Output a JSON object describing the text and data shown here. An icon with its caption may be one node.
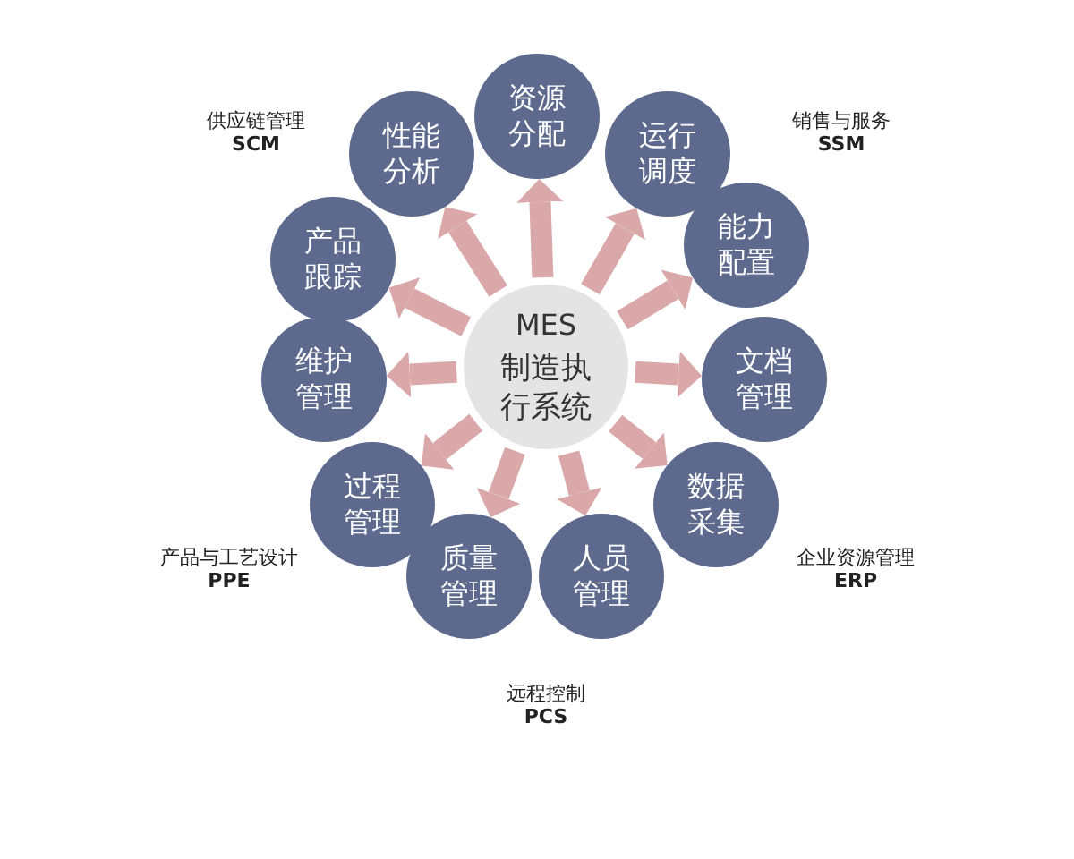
{
  "diagram": {
    "nodes": [
      {
        "text": [
          "MES",
          "制造执行系统"
        ]
      },
      {
        "text": [
          "资源分配"
        ]
      },
      {
        "text": [
          "运行调度"
        ]
      },
      {
        "text": [
          "能力配置"
        ]
      },
      {
        "text": [
          "文档管理"
        ]
      },
      {
        "text": [
          "数据采集"
        ]
      },
      {
        "text": [
          "人员管理"
        ]
      },
      {
        "text": [
          "质量管理"
        ]
      },
      {
        "text": [
          "过程管理"
        ]
      },
      {
        "text": [
          "维护管理"
        ]
      },
      {
        "text": [
          "产品跟踪"
        ]
      },
      {
        "text": [
          "性能分析"
        ]
      }
    ],
    "edges": [
      {
        "from": 0,
        "to": 1,
        "arrow": "to"
      },
      {
        "from": 0,
        "to": 2,
        "arrow": "to"
      },
      {
        "from": 0,
        "to": 3,
        "arrow": "to"
      },
      {
        "from": 0,
        "to": 4,
        "arrow": "to"
      },
      {
        "from": 0,
        "to": 5,
        "arrow": "to"
      },
      {
        "from": 0,
        "to": 6,
        "arrow": "to"
      },
      {
        "from": 0,
        "to": 7,
        "arrow": "to"
      },
      {
        "from": 0,
        "to": 8,
        "arrow": "to"
      },
      {
        "from": 0,
        "to": 9,
        "arrow": "to"
      },
      {
        "from": 0,
        "to": 10,
        "arrow": "to"
      },
      {
        "from": 0,
        "to": 11,
        "arrow": "to"
      }
    ],
    "labels": [
      "供应链管理",
      "SCM",
      "销售与服务",
      "SSM",
      "产品与工艺设计",
      "PPE",
      "企业资源管理",
      "ERP",
      "远程控制",
      "PCS"
    ]
  }
}
